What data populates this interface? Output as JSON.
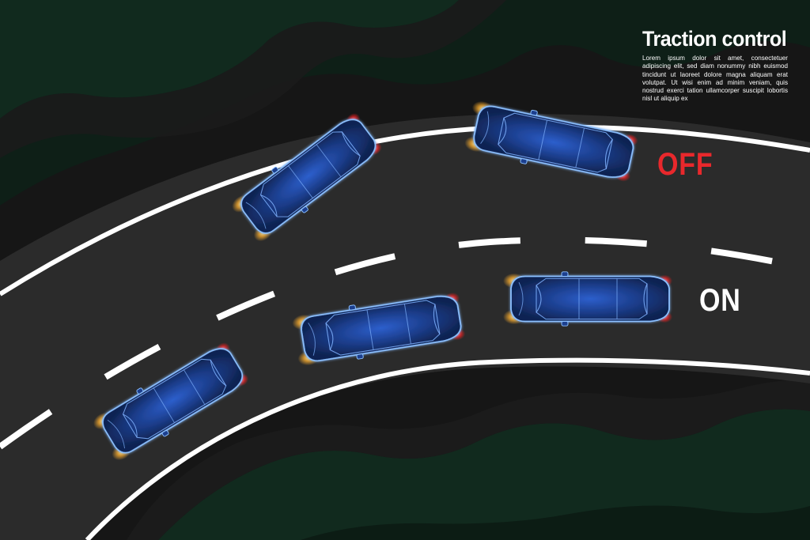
{
  "title": "Traction control",
  "body": "Lorem ipsum dolor sit amet, consectetuer adipiscing elit, sed diam nonummy nibh euismod tincidunt ut laoreet dolore magna aliquam erat volutpat. Ut wisi enim ad minim veniam, quis nostrud exerci tation ullamcorper suscipit lobortis nisl ut aliquip ex",
  "labels": {
    "off": "OFF",
    "on": "ON"
  },
  "colors": {
    "off": "#e8282c",
    "on": "#ffffff",
    "road": "#2a2a2a",
    "grass": "#0f2419",
    "car_body": "#1c3f8e",
    "car_outline": "#7fb2ff",
    "headlight_glow": "#ffb02e",
    "taillight_glow": "#ff2a2a"
  }
}
